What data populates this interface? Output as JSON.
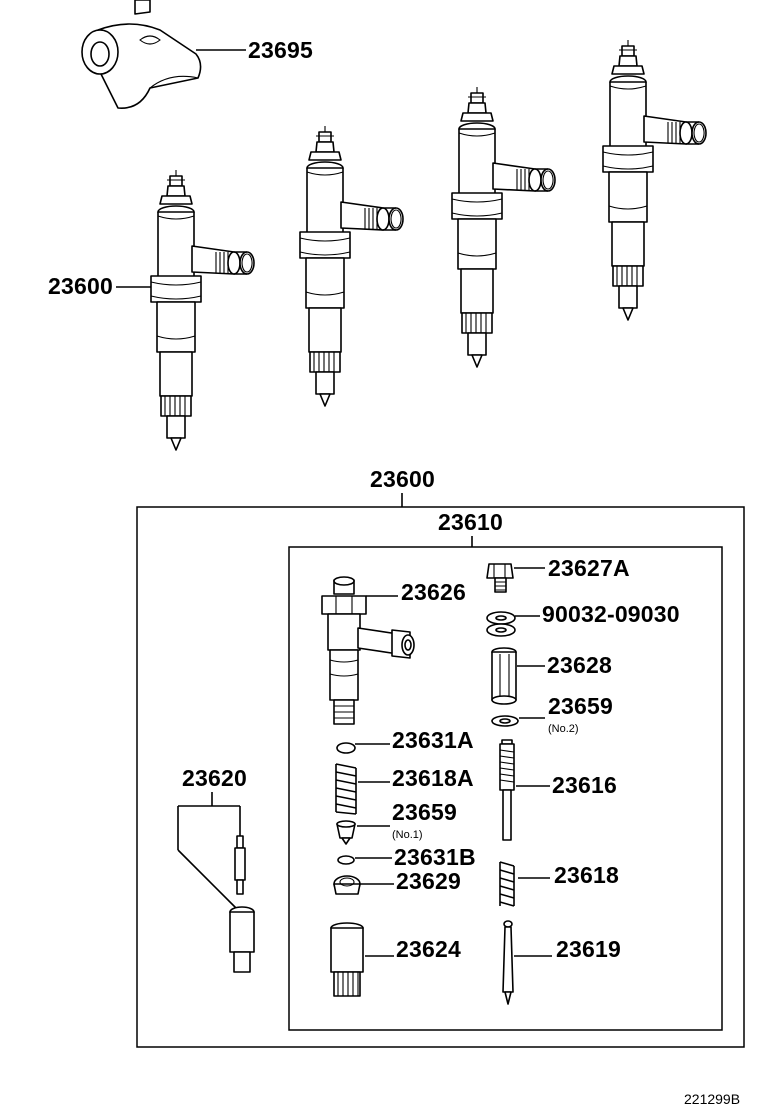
{
  "labels": {
    "p23695": "23695",
    "p23600_top": "23600",
    "p23600_set": "23600",
    "p23610": "23610",
    "p23626": "23626",
    "p23627A": "23627A",
    "p9003209030": "90032-09030",
    "p23628": "23628",
    "p23659_no2": "23659",
    "p23659_no1": "23659",
    "p23631A": "23631A",
    "p23618A": "23618A",
    "p23616": "23616",
    "p23631B": "23631B",
    "p23629": "23629",
    "p23618": "23618",
    "p23624": "23624",
    "p23619": "23619",
    "p23620": "23620"
  },
  "notes": {
    "no2": "(No.2)",
    "no1": "(No.1)"
  },
  "figure_id": "221299B"
}
